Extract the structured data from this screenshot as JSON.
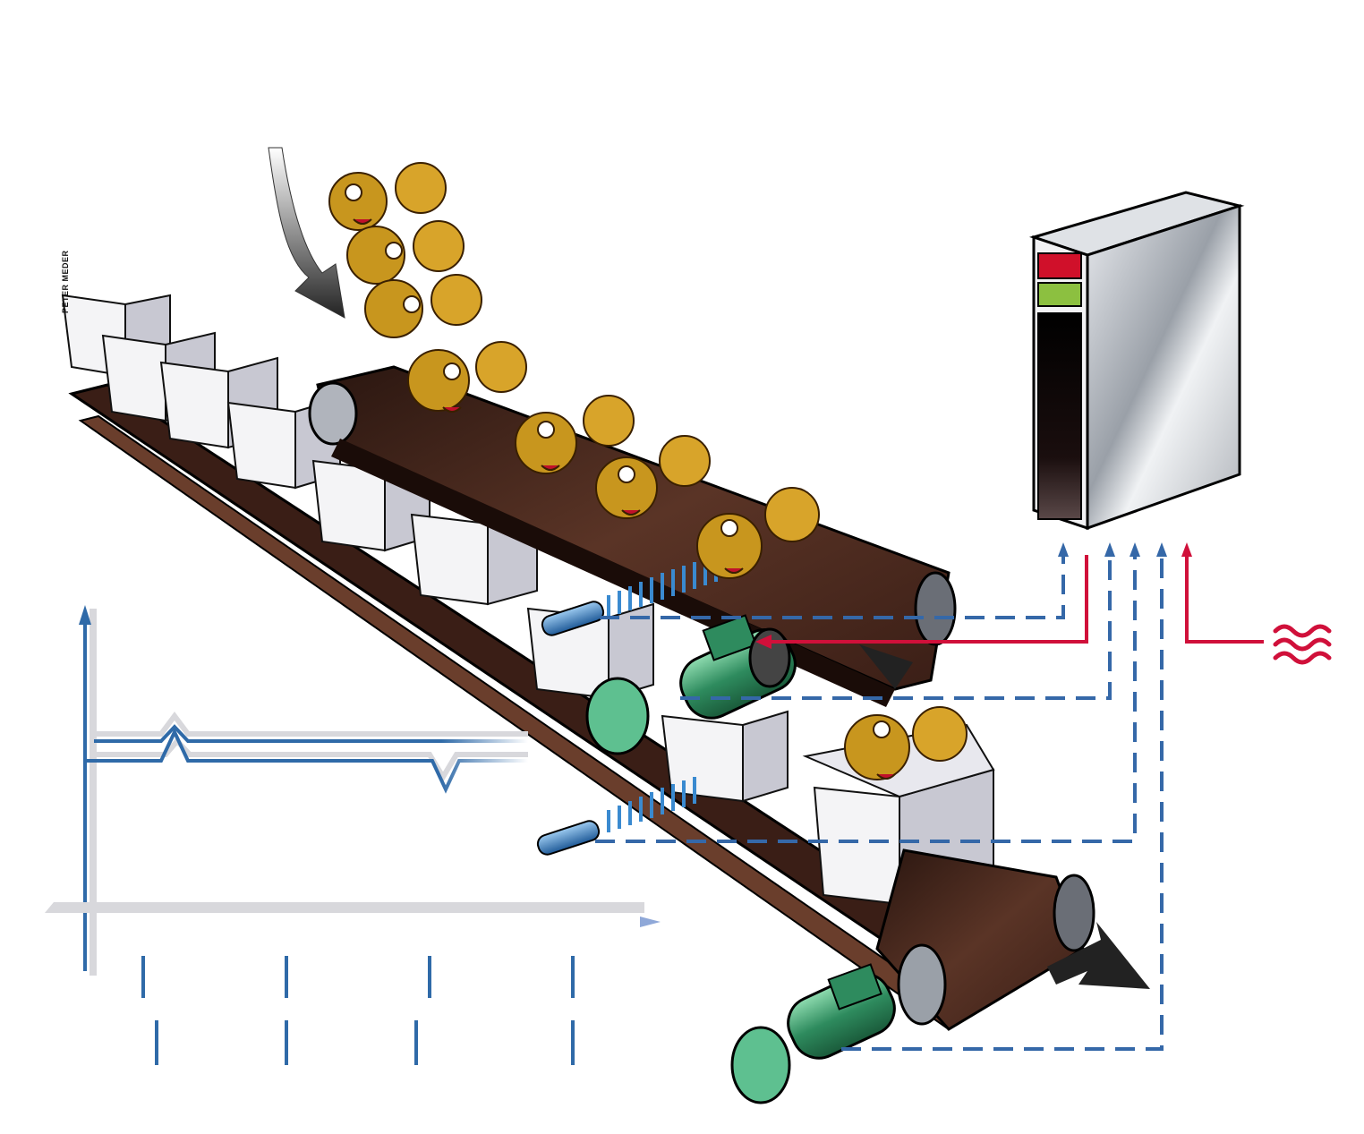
{
  "illustration": {
    "subject": "Conveyor belt automation with sensors, motors and controller",
    "signature": "PETER MEDER",
    "colors": {
      "belt": "#4a2a1f",
      "belt_highlight": "#7a4a36",
      "frame": "#3a1e16",
      "box": "#f4f4f6",
      "box_shadow": "#b8b8c4",
      "motor": "#2e8b5e",
      "motor_light": "#7fd0a4",
      "sensor": "#3a7fc0",
      "signal_blue": "#3568a8",
      "signal_red": "#d0103a",
      "cabinet": "#c8ccd2",
      "cabinet_dark": "#6d7078",
      "indicator_red": "#d0102a",
      "indicator_green": "#8cc040",
      "bear": "#c8961e",
      "bear_dark": "#8a5a10",
      "ribbon": "#c0102a",
      "arrow": "#333333",
      "chart_axis": "#2f6aa8",
      "chart_shadow": "#d8d8dc"
    },
    "controller": {
      "indicators": [
        "red",
        "green"
      ]
    },
    "power_symbol": "ac-mains-icon",
    "signal_lines": {
      "blue_dashed_inputs": 4,
      "red_solid_outputs": 2
    },
    "chart": {
      "upper_trace": "flat with a single upward peak",
      "lower_trace": "flat with a single downward dip",
      "upper_tick_marks": 4,
      "lower_tick_marks": 4
    }
  }
}
